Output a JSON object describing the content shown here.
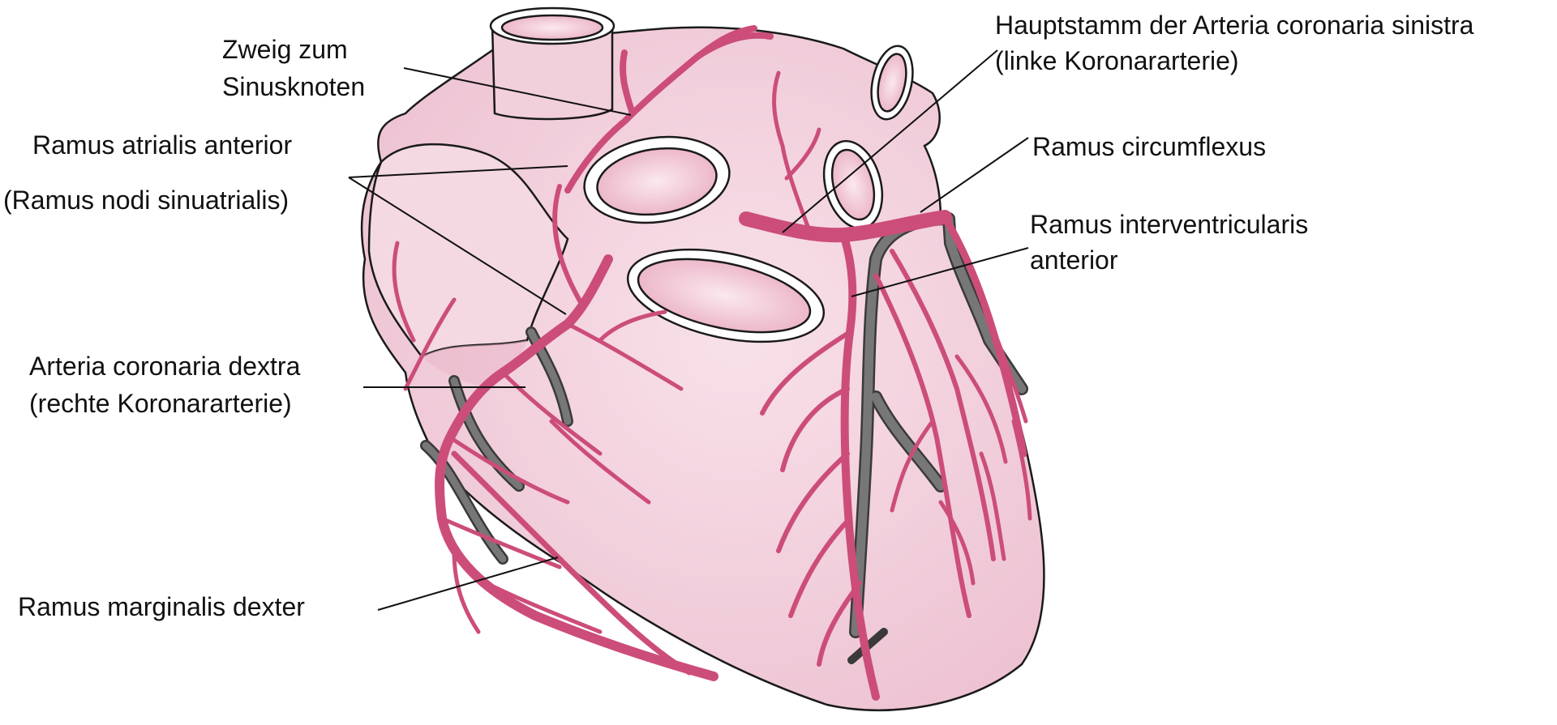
{
  "labels": {
    "sinus_branch": [
      "Zweig zum",
      "Sinusknoten"
    ],
    "atrial_anterior": [
      "Ramus atrialis anterior",
      "(Ramus nodi sinuatrialis)"
    ],
    "rca": [
      "Arteria coronaria dextra",
      "(rechte Koronararterie)"
    ],
    "marginal": [
      "Ramus marginalis dexter"
    ],
    "lca_main": [
      "Hauptstamm der Arteria coronaria sinistra",
      "(linke Koronararterie)"
    ],
    "circumflex": [
      "Ramus circumflexus"
    ],
    "lad": [
      "Ramus interventricularis",
      "anterior"
    ]
  },
  "colors": {
    "heart_fill": "#f3d3de",
    "heart_shade": "#e9b6c8",
    "artery": "#cc4d7a",
    "vein": "#777777",
    "outline": "#1a1a1a"
  }
}
